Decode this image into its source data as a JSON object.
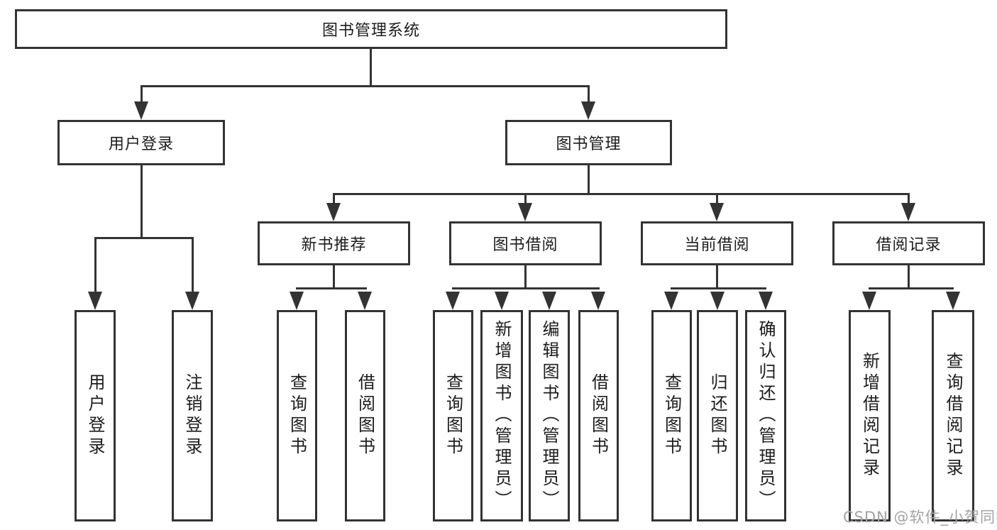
{
  "title": "图书管理系统",
  "watermark": "CSDN @软件_小贺同学",
  "colors": {
    "line": "#333333",
    "box_border": "#333333",
    "box_fill": "#ffffff",
    "text": "#1c1c1c",
    "watermark": "#a3a3a3",
    "background": "#ffffff"
  },
  "tree": {
    "root": {
      "label": "图书管理系统"
    },
    "branches": [
      {
        "label": "用户登录",
        "children": [
          {
            "label": "用户登录"
          },
          {
            "label": "注销登录"
          }
        ]
      },
      {
        "label": "图书管理",
        "children": [
          {
            "label": "新书推荐",
            "children": [
              {
                "label": "查询图书"
              },
              {
                "label": "借阅图书"
              }
            ]
          },
          {
            "label": "图书借阅",
            "children": [
              {
                "label": "查询图书"
              },
              {
                "label": "新增图书（管理员）"
              },
              {
                "label": "编辑图书（管理员）"
              },
              {
                "label": "借阅图书"
              }
            ]
          },
          {
            "label": "当前借阅",
            "children": [
              {
                "label": "查询图书"
              },
              {
                "label": "归还图书"
              },
              {
                "label": "确认归还（管理员）"
              }
            ]
          },
          {
            "label": "借阅记录",
            "children": [
              {
                "label": "新增借阅记录"
              },
              {
                "label": "查询借阅记录"
              }
            ]
          }
        ]
      }
    ]
  }
}
